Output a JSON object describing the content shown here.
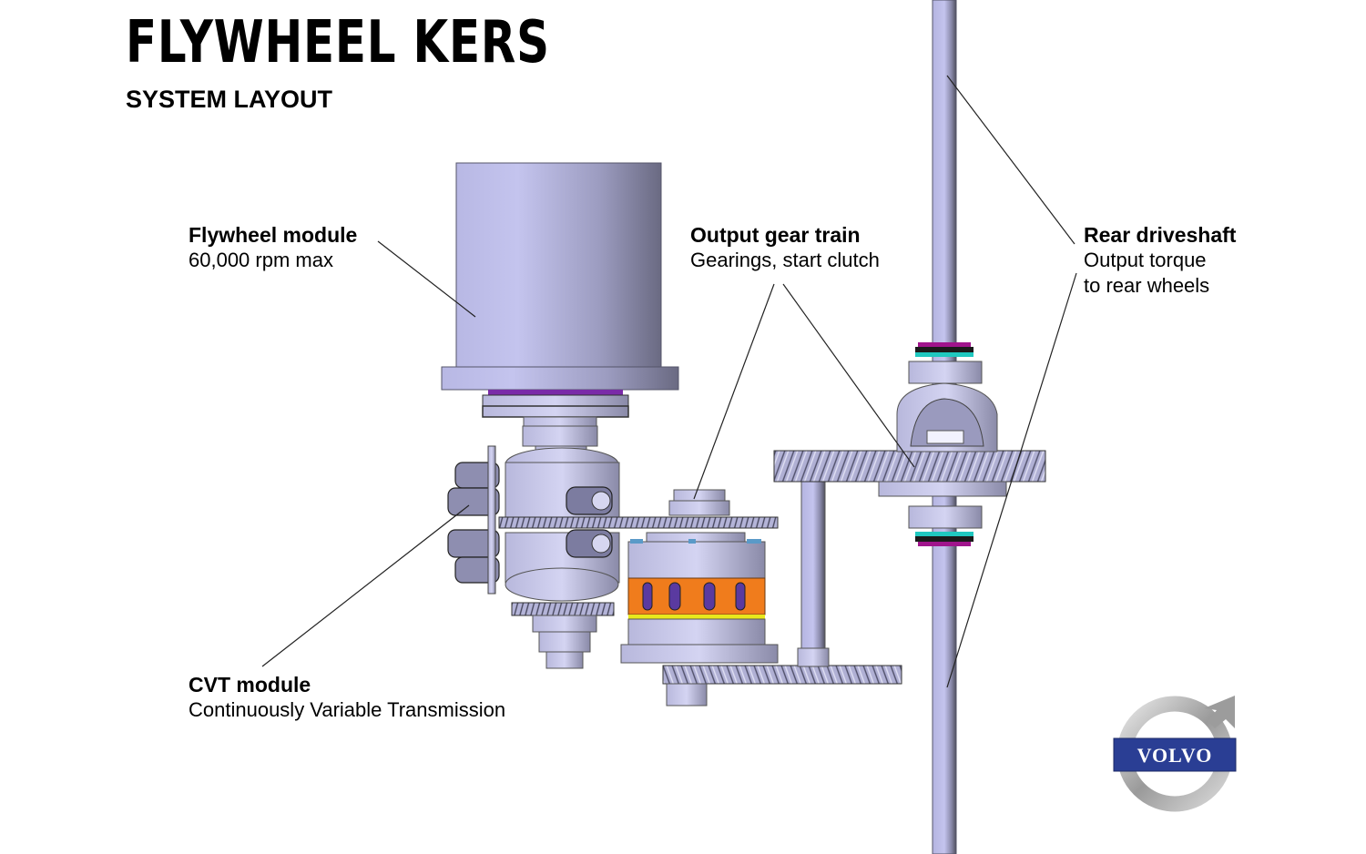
{
  "header": {
    "title": "FLYWHEEL KERS",
    "subtitle": "SYSTEM LAYOUT"
  },
  "callouts": [
    {
      "id": "flywheel",
      "title": "Flywheel module",
      "lines": [
        "60,000 rpm max"
      ]
    },
    {
      "id": "output",
      "title": "Output gear train",
      "lines": [
        "Gearings, start clutch"
      ]
    },
    {
      "id": "rear",
      "title": "Rear driveshaft",
      "lines": [
        "Output torque",
        "to rear wheels"
      ]
    },
    {
      "id": "cvt",
      "title": "CVT module",
      "lines": [
        "Continuously Variable Transmission"
      ]
    }
  ],
  "logo": {
    "brand": "VOLVO",
    "icon": "volvo-iron-mark-icon"
  },
  "colors": {
    "part_light": "#c2c2ea",
    "part_dark": "#6a6a82",
    "motor_band": "#f07c1c",
    "accent_yellow": "#e8e81c",
    "seal_magenta": "#a0148c",
    "seal_cyan": "#20c8c0",
    "logo_blue": "#2a3e94",
    "logo_silver": "#a8a8a8"
  }
}
